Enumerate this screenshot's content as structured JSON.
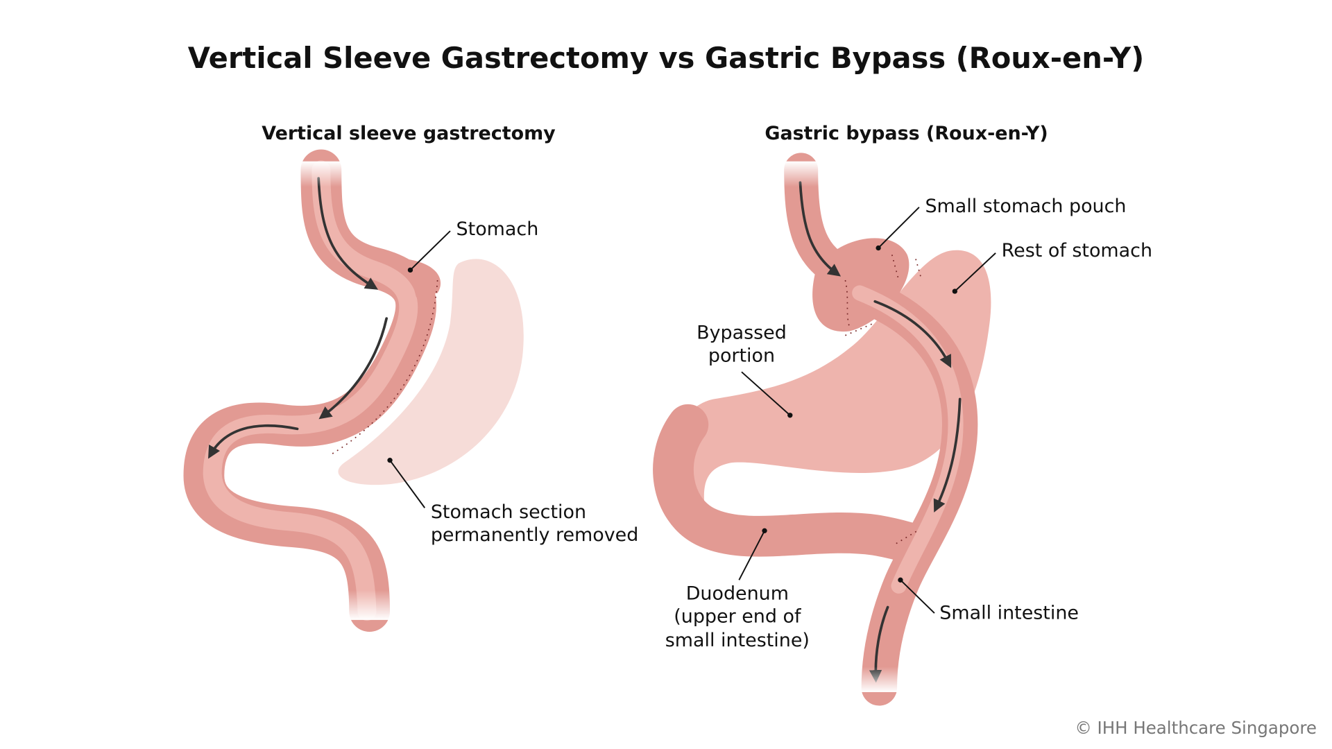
{
  "title": "Vertical Sleeve Gastrectomy vs Gastric Bypass (Roux-en-Y)",
  "left": {
    "heading": "Vertical sleeve gastrectomy",
    "labels": {
      "stomach": "Stomach",
      "removed_line1": "Stomach section",
      "removed_line2": "permanently removed"
    }
  },
  "right": {
    "heading": "Gastric bypass (Roux-en-Y)",
    "labels": {
      "pouch": "Small stomach pouch",
      "rest": "Rest of stomach",
      "bypassed_line1": "Bypassed",
      "bypassed_line2": "portion",
      "duodenum_line1": "Duodenum",
      "duodenum_line2": "(upper end of",
      "duodenum_line3": "small intestine)",
      "small_intestine": "Small intestine"
    }
  },
  "copyright": "© IHH Healthcare Singapore",
  "colors": {
    "tissue": "#e29a93",
    "tissue_light": "#f3d3cf",
    "removed": "#f6dcd8"
  }
}
